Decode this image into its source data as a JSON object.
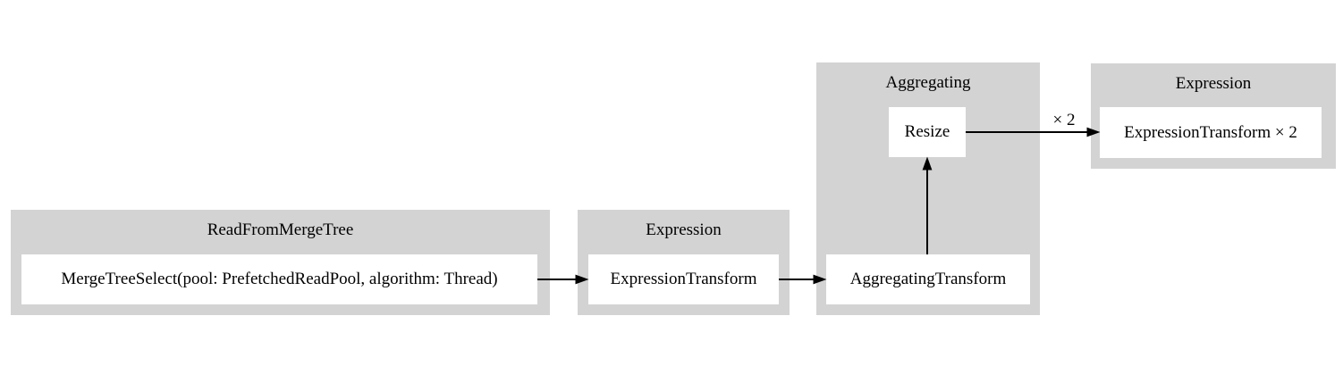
{
  "diagram": {
    "type": "pipeline-graph",
    "clusters": [
      {
        "label": "ReadFromMergeTree",
        "nodes": [
          {
            "label": "MergeTreeSelect(pool: PrefetchedReadPool, algorithm: Thread)"
          }
        ]
      },
      {
        "label": "Expression",
        "nodes": [
          {
            "label": "ExpressionTransform"
          }
        ]
      },
      {
        "label": "Aggregating",
        "nodes": [
          {
            "label": "Resize"
          },
          {
            "label": "AggregatingTransform"
          }
        ]
      },
      {
        "label": "Expression",
        "nodes": [
          {
            "label": "ExpressionTransform × 2"
          }
        ]
      }
    ],
    "edges": [
      {
        "from": "MergeTreeSelect(pool: PrefetchedReadPool, algorithm: Thread)",
        "to": "ExpressionTransform",
        "label": ""
      },
      {
        "from": "ExpressionTransform",
        "to": "AggregatingTransform",
        "label": ""
      },
      {
        "from": "AggregatingTransform",
        "to": "Resize",
        "label": ""
      },
      {
        "from": "Resize",
        "to": "ExpressionTransform × 2",
        "label": "× 2"
      }
    ],
    "colors": {
      "cluster_fill": "#d3d3d3",
      "node_fill": "#ffffff",
      "edge": "#000000",
      "text": "#000000",
      "background": "#ffffff"
    }
  }
}
